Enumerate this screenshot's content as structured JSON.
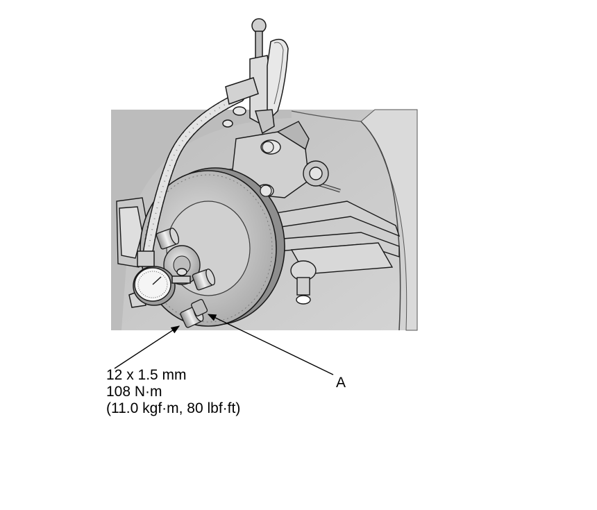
{
  "illustration": {
    "subject": "brake-disc-runout-measurement",
    "colors": {
      "background": "#ffffff",
      "panel": "#c7c7c7",
      "panel_dark": "#a8a8a8",
      "disc": "#b7b7b7",
      "disc_face": "#d2d2d2",
      "outline": "#1a1a1a",
      "leader": "#000000"
    },
    "parts": [
      "locking-pliers",
      "flexible-gauge-arm",
      "dial-indicator",
      "brake-disc",
      "wheel-nut",
      "suspension-arm",
      "knuckle",
      "fender-liner"
    ]
  },
  "callouts": {
    "fastener": {
      "size": "12 x 1.5 mm",
      "torque_nm": "108 N·m",
      "torque_alt": "(11.0 kgf·m, 80 lbf·ft)"
    },
    "a": {
      "letter": "A"
    }
  }
}
